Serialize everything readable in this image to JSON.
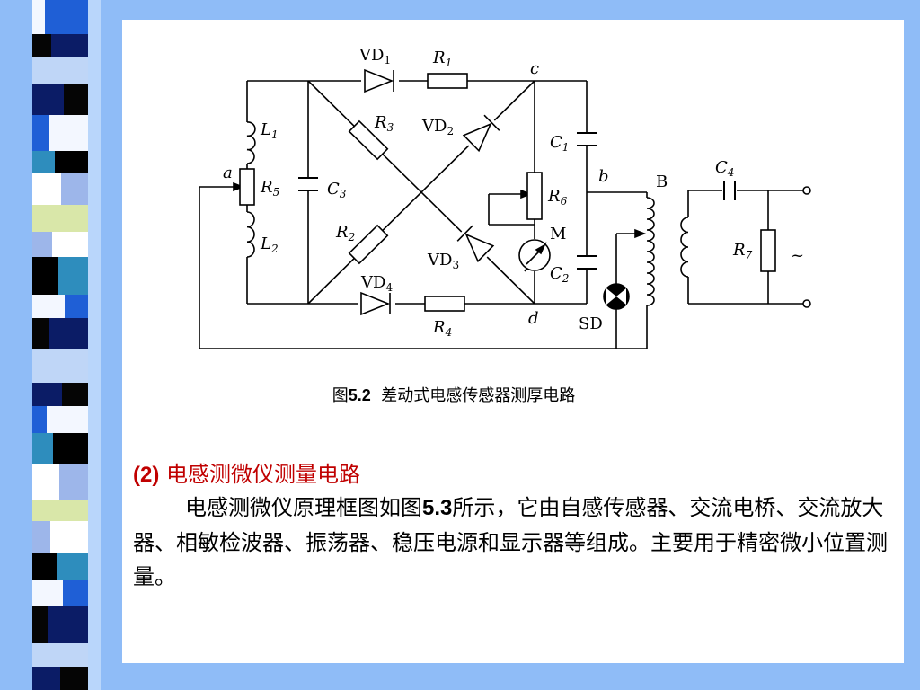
{
  "colors": {
    "background": "#8fbcf7",
    "slide": "#ffffff",
    "heading": "#c00000",
    "text": "#000000"
  },
  "decor_stripe_colors": [
    "#1f5fd6",
    "#d9e7a9",
    "#f3f7ff",
    "#0b1c66",
    "#ffffff",
    "#000000",
    "#bfd6f7",
    "#2e8dbd",
    "#9db6ea",
    "#050505"
  ],
  "figure": {
    "labels": {
      "vd1": "VD",
      "vd1_sub": "1",
      "r1": "R",
      "r1_sub": "1",
      "c": "c",
      "l1": "L",
      "l1_sub": "1",
      "r3": "R",
      "r3_sub": "3",
      "vd2": "VD",
      "vd2_sub": "2",
      "c1": "C",
      "c1_sub": "1",
      "a": "a",
      "r5": "R",
      "r5_sub": "5",
      "c3": "C",
      "c3_sub": "3",
      "r6": "R",
      "r6_sub": "6",
      "b": "b",
      "B": "B",
      "c4": "C",
      "c4_sub": "4",
      "l2": "L",
      "l2_sub": "2",
      "r2": "R",
      "r2_sub": "2",
      "m": "M",
      "vd3": "VD",
      "vd3_sub": "3",
      "c2": "C",
      "c2_sub": "2",
      "r7": "R",
      "r7_sub": "7",
      "tilde": "~",
      "vd4": "VD",
      "vd4_sub": "4",
      "r4": "R",
      "r4_sub": "4",
      "d": "d",
      "sd": "SD"
    },
    "caption_prefix": "图",
    "caption_number": "5.2",
    "caption_text": "差动式电感传感器测厚电路"
  },
  "section": {
    "number": "(2)",
    "title": "电感测微仪测量电路"
  },
  "paragraph": {
    "part1": "电感测微仪原理框图如图",
    "ref": "5.3",
    "part2": "所示，它由自感传感器、交流电桥、交流放大器、相敏检波器、振荡器、稳压电源和显示器等组成。主要用于精密微小位置测量。"
  }
}
